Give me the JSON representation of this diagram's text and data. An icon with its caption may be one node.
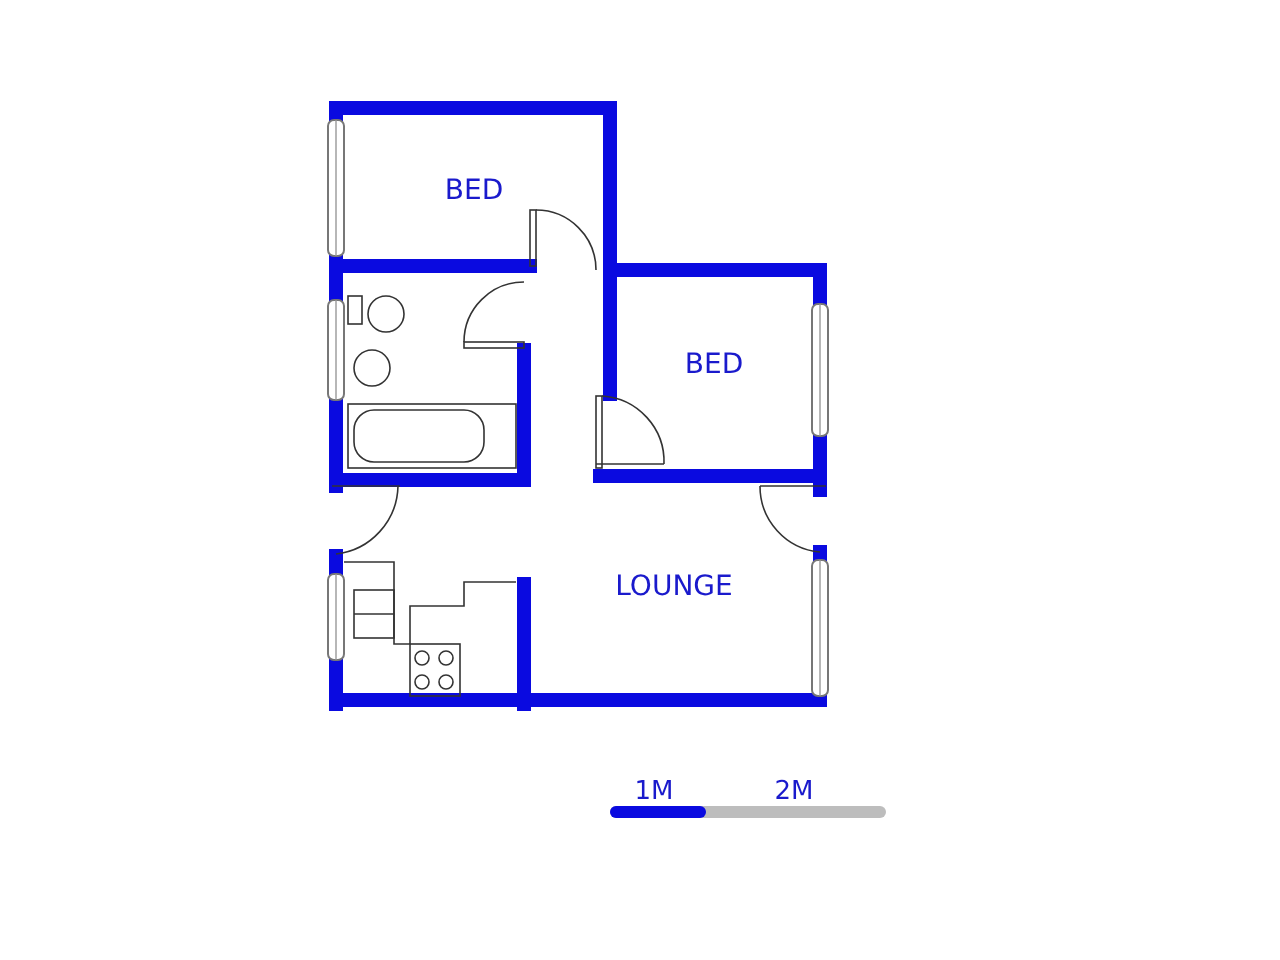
{
  "diagram": {
    "nodes": [
      {
        "text": [
          "BED"
        ]
      },
      {
        "text": [
          "BED"
        ]
      },
      {
        "text": [
          "LOUNGE"
        ]
      }
    ],
    "labels": [
      "1M",
      "2M"
    ]
  }
}
